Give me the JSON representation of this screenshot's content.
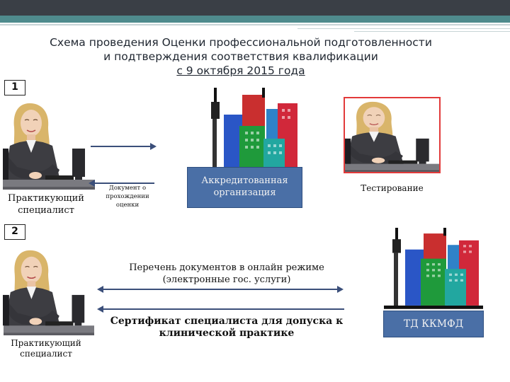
{
  "title": {
    "line1": "Схема проведения Оценки профессиональной подготовленности",
    "line2": "и подтверждения соответствия квалификации",
    "line3": "с 9 октября 2015 года"
  },
  "step1": {
    "number": "1",
    "person_label_1": "Практикующий",
    "person_label_2": "специалист",
    "document_label_1": "Документ о",
    "document_label_2": "прохождении",
    "document_label_3": "оценки",
    "org_label_1": "Аккредитованная",
    "org_label_2": "организация",
    "testing_label": "Тестирование"
  },
  "step2": {
    "number": "2",
    "docs_label_1": "Перечень документов в онлайн режиме",
    "docs_label_2": "(электронные гос. услуги)",
    "cert_label_1": "Сертификат специалиста для допуска к",
    "cert_label_2": "клинической практике",
    "person_label_1": "Практикующий",
    "person_label_2": "специалист",
    "td_label": "ТД ККМФД"
  },
  "colors": {
    "header_dark": "#3a3f46",
    "header_teal": "#4f8b8d",
    "box_blue": "#4a6fa6",
    "frame_red": "#e23a3a"
  },
  "icons": [
    "person-at-desk-icon",
    "city-buildings-icon",
    "arrow-right-icon",
    "arrow-left-icon",
    "double-arrow-icon"
  ]
}
